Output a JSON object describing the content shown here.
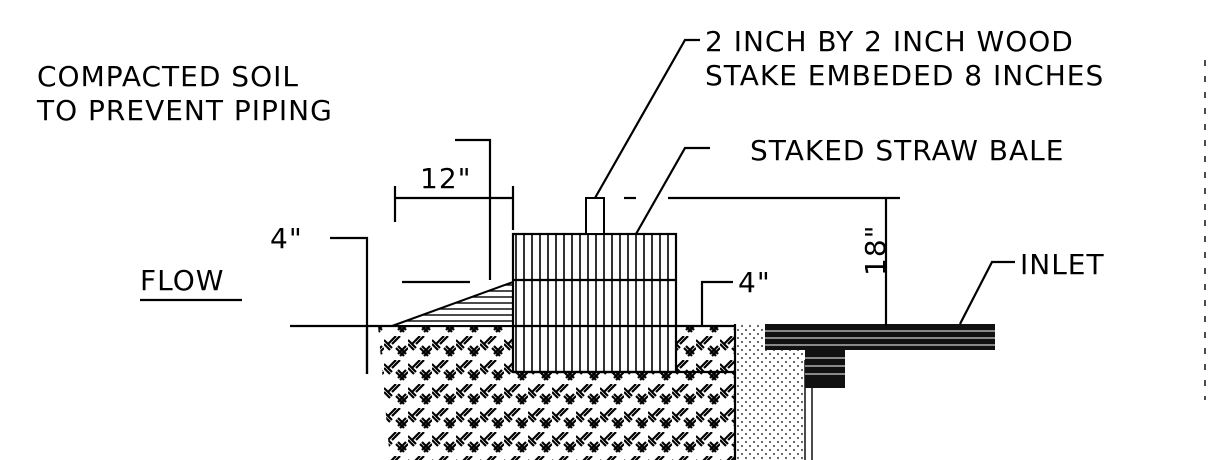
{
  "labels": {
    "stake_line1": "2 INCH BY 2 INCH WOOD",
    "stake_line2": "STAKE EMBEDED 8 INCHES",
    "soil_line1": "COMPACTED SOIL",
    "soil_line2": "TO PREVENT PIPING",
    "bale": "STAKED STRAW BALE",
    "dim_12": "12\"",
    "dim_4_left": "4\"",
    "dim_4_right": "4\"",
    "dim_18": "18\"",
    "flow": "FLOW",
    "inlet": "INLET"
  },
  "colors": {
    "ink": "#000000",
    "paper": "#ffffff"
  }
}
